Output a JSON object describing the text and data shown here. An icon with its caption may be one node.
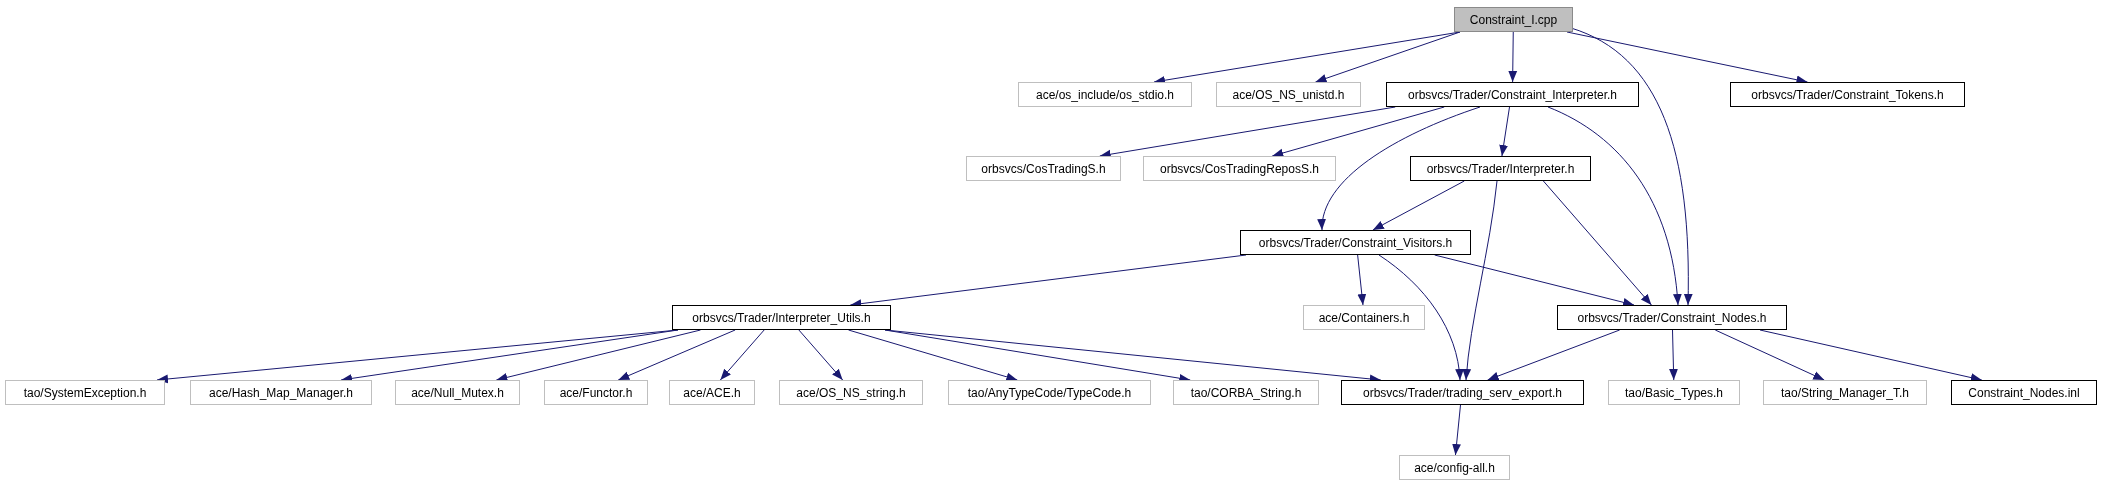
{
  "diagram": {
    "nodes": [
      {
        "text": [
          "Constraint_I.cpp"
        ]
      },
      {
        "text": [
          "ace/os_include/os_stdio.h"
        ]
      },
      {
        "text": [
          "ace/OS_NS_unistd.h"
        ]
      },
      {
        "text": [
          "orbsvcs/Trader/Constraint_Interpreter.h"
        ]
      },
      {
        "text": [
          "orbsvcs/Trader/Constraint_Tokens.h"
        ]
      },
      {
        "text": [
          "orbsvcs/CosTradingS.h"
        ]
      },
      {
        "text": [
          "orbsvcs/CosTradingReposS.h"
        ]
      },
      {
        "text": [
          "orbsvcs/Trader/Interpreter.h"
        ]
      },
      {
        "text": [
          "orbsvcs/Trader/Constraint_Visitors.h"
        ]
      },
      {
        "text": [
          "orbsvcs/Trader/Interpreter_Utils.h"
        ]
      },
      {
        "text": [
          "ace/Containers.h"
        ]
      },
      {
        "text": [
          "orbsvcs/Trader/Constraint_Nodes.h"
        ]
      },
      {
        "text": [
          "tao/SystemException.h"
        ]
      },
      {
        "text": [
          "ace/Hash_Map_Manager.h"
        ]
      },
      {
        "text": [
          "ace/Null_Mutex.h"
        ]
      },
      {
        "text": [
          "ace/Functor.h"
        ]
      },
      {
        "text": [
          "ace/ACE.h"
        ]
      },
      {
        "text": [
          "ace/OS_NS_string.h"
        ]
      },
      {
        "text": [
          "tao/AnyTypeCode/TypeCode.h"
        ]
      },
      {
        "text": [
          "tao/CORBA_String.h"
        ]
      },
      {
        "text": [
          "orbsvcs/Trader/trading_serv_export.h"
        ]
      },
      {
        "text": [
          "tao/Basic_Types.h"
        ]
      },
      {
        "text": [
          "tao/String_Manager_T.h"
        ]
      },
      {
        "text": [
          "Constraint_Nodes.inl"
        ]
      },
      {
        "text": [
          "ace/config-all.h"
        ]
      }
    ],
    "edges": [
      {
        "from": 0,
        "to": 1,
        "arrow": "to"
      },
      {
        "from": 0,
        "to": 2,
        "arrow": "to"
      },
      {
        "from": 0,
        "to": 3,
        "arrow": "to"
      },
      {
        "from": 0,
        "to": 4,
        "arrow": "to"
      },
      {
        "from": 0,
        "to": 11,
        "arrow": "to"
      },
      {
        "from": 3,
        "to": 5,
        "arrow": "to"
      },
      {
        "from": 3,
        "to": 6,
        "arrow": "to"
      },
      {
        "from": 3,
        "to": 7,
        "arrow": "to"
      },
      {
        "from": 3,
        "to": 8,
        "arrow": "to"
      },
      {
        "from": 3,
        "to": 11,
        "arrow": "to"
      },
      {
        "from": 7,
        "to": 8,
        "arrow": "to"
      },
      {
        "from": 7,
        "to": 20,
        "arrow": "to"
      },
      {
        "from": 7,
        "to": 11,
        "arrow": "to"
      },
      {
        "from": 8,
        "to": 9,
        "arrow": "to"
      },
      {
        "from": 8,
        "to": 10,
        "arrow": "to"
      },
      {
        "from": 8,
        "to": 20,
        "arrow": "to"
      },
      {
        "from": 8,
        "to": 11,
        "arrow": "to"
      },
      {
        "from": 9,
        "to": 12,
        "arrow": "to"
      },
      {
        "from": 9,
        "to": 13,
        "arrow": "to"
      },
      {
        "from": 9,
        "to": 14,
        "arrow": "to"
      },
      {
        "from": 9,
        "to": 15,
        "arrow": "to"
      },
      {
        "from": 9,
        "to": 16,
        "arrow": "to"
      },
      {
        "from": 9,
        "to": 17,
        "arrow": "to"
      },
      {
        "from": 9,
        "to": 18,
        "arrow": "to"
      },
      {
        "from": 9,
        "to": 19,
        "arrow": "to"
      },
      {
        "from": 9,
        "to": 20,
        "arrow": "to"
      },
      {
        "from": 11,
        "to": 20,
        "arrow": "to"
      },
      {
        "from": 11,
        "to": 21,
        "arrow": "to"
      },
      {
        "from": 11,
        "to": 22,
        "arrow": "to"
      },
      {
        "from": 11,
        "to": 23,
        "arrow": "to"
      },
      {
        "from": 20,
        "to": 24,
        "arrow": "to"
      }
    ]
  }
}
